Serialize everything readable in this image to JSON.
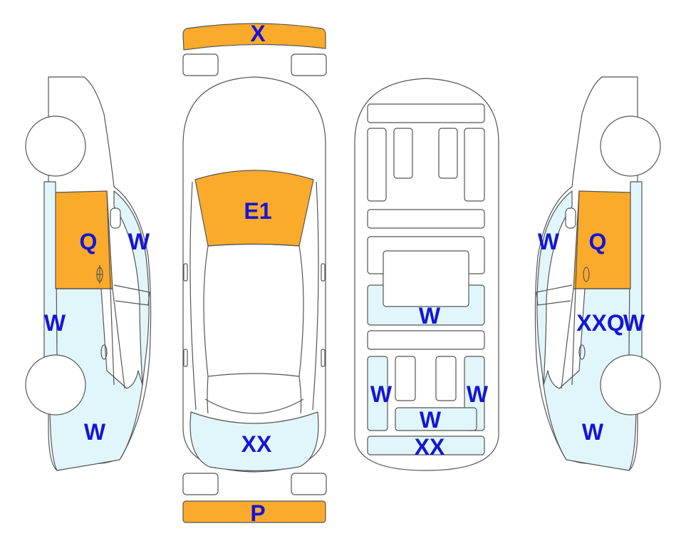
{
  "colors": {
    "orange": "#fbab2c",
    "light_blue": "#e1f6fb",
    "outline": "#555555",
    "label": "#1515d6",
    "body": "#ffffff"
  },
  "labels": {
    "front_bumper": "X",
    "rear_bumper": "P",
    "hood": "E1",
    "top_rear": "XX",
    "underside_center": "W",
    "underside_left": "W",
    "underside_right": "W",
    "underside_rear_center": "W",
    "underside_rear": "XX",
    "left_front_door": "Q",
    "left_pillar": "W",
    "left_sill": "W",
    "left_rear_quarter": "W",
    "right_front_door": "Q",
    "right_pillar": "W",
    "right_rear_door": "XXQ",
    "right_sill": "W",
    "right_rear_quarter": "W"
  }
}
